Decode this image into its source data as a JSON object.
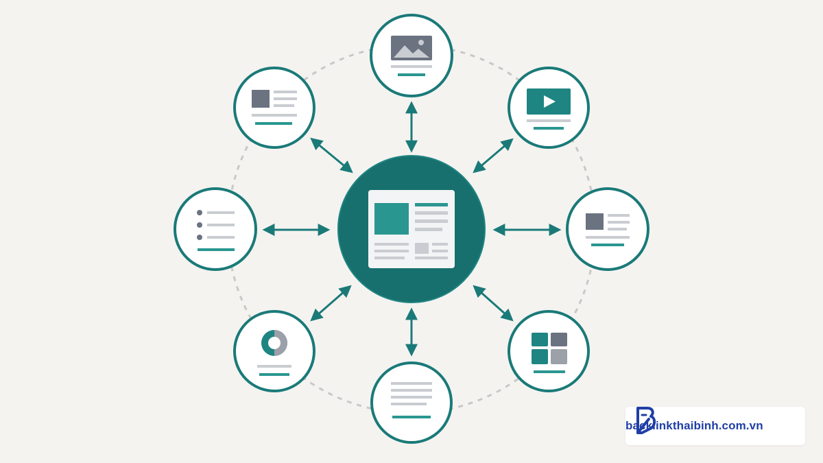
{
  "diagram": {
    "center": {
      "name": "central-content-page",
      "icon": "web-page-layout-icon"
    },
    "satellites": [
      {
        "name": "image-content",
        "icon": "image-icon"
      },
      {
        "name": "video-content",
        "icon": "video-play-icon"
      },
      {
        "name": "article-card-right",
        "icon": "article-card-icon"
      },
      {
        "name": "grid-gallery",
        "icon": "grid-icon"
      },
      {
        "name": "text-document",
        "icon": "text-lines-icon"
      },
      {
        "name": "donut-chart",
        "icon": "donut-chart-icon"
      },
      {
        "name": "bullet-list",
        "icon": "bullet-list-icon"
      },
      {
        "name": "article-card-left",
        "icon": "article-card-icon"
      }
    ],
    "connections": "bidirectional arrows from center to every satellite",
    "ring": "dashed circle linking satellites"
  },
  "colors": {
    "background": "#f4f3f0",
    "teal": "#1a7a78",
    "teal_dark": "#17706e",
    "teal_light": "#2a9690",
    "slate": "#6b7280",
    "light_gray": "#c9ccd1",
    "ring_dash": "#c8c8c8",
    "brand_blue": "#1f3fa6"
  },
  "brand": {
    "text": "backlinkthaibinh.com.vn",
    "logo": "letter-b-logo-icon"
  }
}
